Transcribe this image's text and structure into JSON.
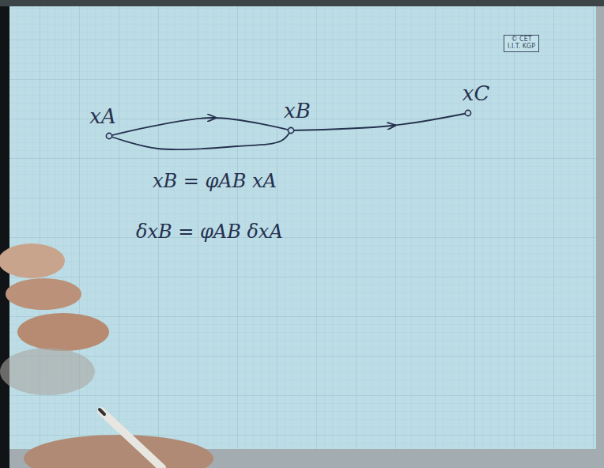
{
  "diagram": {
    "nodes": [
      {
        "text": [
          "© CET",
          "I.I.T. KGP"
        ]
      },
      {
        "text": [
          "xA"
        ]
      },
      {
        "text": [
          "xB"
        ]
      },
      {
        "text": [
          "xC"
        ]
      }
    ],
    "edges": [
      {
        "from": 1,
        "to": 2,
        "arrow": "to"
      },
      {
        "from": 1,
        "to": 2,
        "arrow": "none"
      },
      {
        "from": 2,
        "to": 3,
        "arrow": "to"
      }
    ],
    "labels": [
      "xB = φAB xA",
      "δxB = φAB δxA"
    ]
  }
}
